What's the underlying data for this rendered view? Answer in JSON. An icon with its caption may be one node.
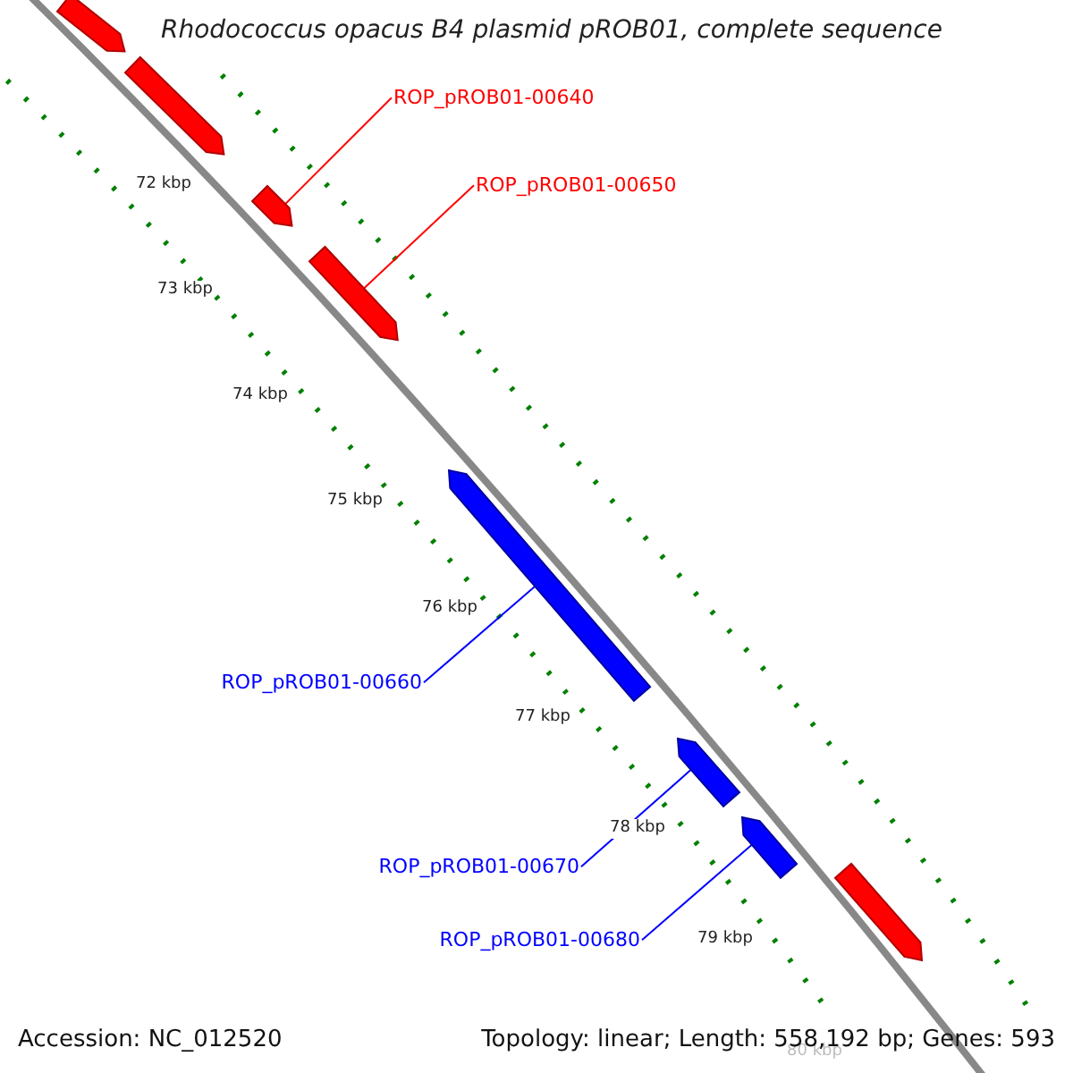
{
  "diagram": {
    "title": "Rhodococcus opacus B4 plasmid pROB01, complete sequence",
    "nodes": [
      {
        "text": [],
        "shape": "arrow"
      },
      {
        "text": [],
        "shape": "arrow"
      },
      {
        "text": [
          "ROP_pROB01-00640"
        ]
      },
      {
        "text": [],
        "shape": "arrow"
      },
      {
        "text": [
          "ROP_pROB01-00650"
        ]
      },
      {
        "text": [],
        "shape": "arrow"
      },
      {
        "text": [],
        "shape": "arrow"
      },
      {
        "text": [
          "ROP_pROB01-00660"
        ]
      },
      {
        "text": [],
        "shape": "arrow"
      },
      {
        "text": [
          "ROP_pROB01-00670"
        ]
      },
      {
        "text": [],
        "shape": "arrow"
      },
      {
        "text": [
          "ROP_pROB01-00680"
        ]
      },
      {
        "text": [],
        "shape": "arrow"
      }
    ],
    "edges": [
      {
        "from": 2,
        "to": 3,
        "arrow": "none",
        "color": "#ff0000"
      },
      {
        "from": 4,
        "to": 5,
        "arrow": "none",
        "color": "#ff0000"
      },
      {
        "from": 7,
        "to": 6,
        "arrow": "none"
      },
      {
        "from": 9,
        "to": 8,
        "arrow": "none"
      },
      {
        "from": 11,
        "to": 10,
        "arrow": "none"
      }
    ],
    "labels": [
      "72 kbp",
      "73 kbp",
      "74 kbp",
      "75 kbp",
      "76 kbp",
      "77 kbp",
      "78 kbp",
      "79 kbp",
      "80 kbp",
      "Accession: NC_012520",
      "Topology: linear; Length: 558,192 bp; Genes: 593"
    ]
  }
}
